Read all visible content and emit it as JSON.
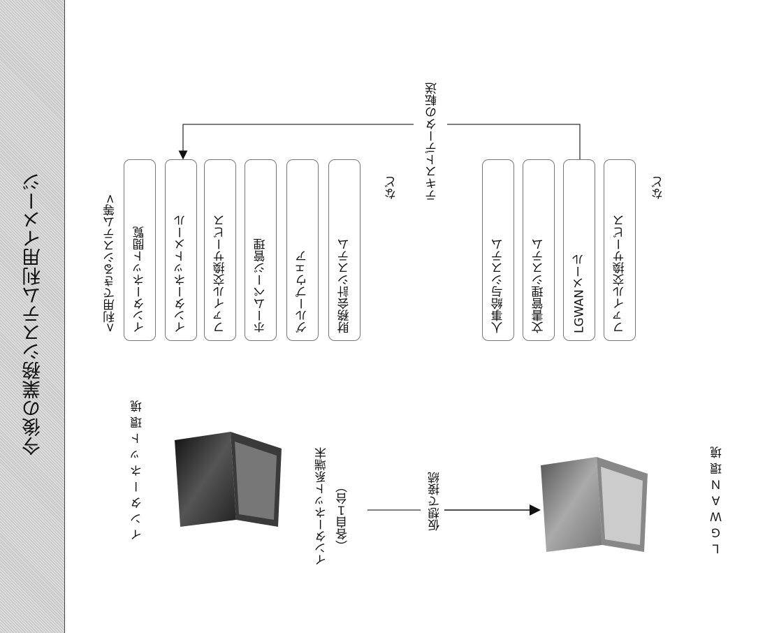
{
  "title": "今後の業務システム利用イメージ",
  "internet_env_label": "インターネット環境",
  "terminal_label_line1": "インターネット系端末",
  "terminal_label_line2": "（各自１台）",
  "virtual_connection_label": "仮想で接続",
  "lgwan_env_label": "ＬＧＷＡＮ環境",
  "internet_systems": {
    "header": "<利用できるシステム等>",
    "items": [
      "インターネット閲覧",
      "インターネットメール",
      "ファイル交換サービス",
      "ホームページ管理",
      "グループウェア",
      "財務会計システム"
    ],
    "suffix": "など"
  },
  "lgwan_systems": {
    "items": [
      "人事給与システム",
      "文書管理システム",
      "LGWANメール",
      "ファイル交換サービス"
    ],
    "suffix": "など"
  },
  "transfer_label": "テキストデータの転送",
  "icons": [
    "laptop-icon",
    "arrow-icon"
  ]
}
